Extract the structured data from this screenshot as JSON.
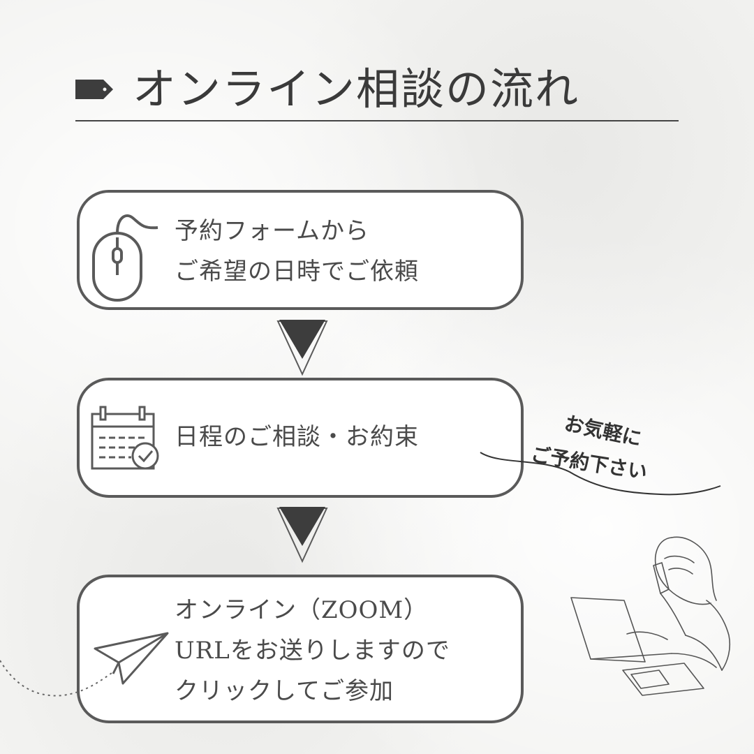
{
  "header": {
    "title": "オンライン相談の流れ"
  },
  "steps": [
    {
      "icon": "mouse-icon",
      "lines": [
        "予約フォームから",
        "ご希望の日時でご依頼"
      ]
    },
    {
      "icon": "calendar-check-icon",
      "lines": [
        "日程のご相談・お約束"
      ]
    },
    {
      "icon": "paper-plane-icon",
      "lines": [
        "オンライン（ZOOM）",
        "URLをお送りしますので",
        "クリックしてご参加"
      ]
    }
  ],
  "note": {
    "lines": [
      "お気軽に",
      "ご予約下さい"
    ]
  },
  "colors": {
    "background": "#f3f3f1",
    "border": "#5a5a5a",
    "text": "#4a4a4a",
    "accent": "#3d3d3d"
  }
}
